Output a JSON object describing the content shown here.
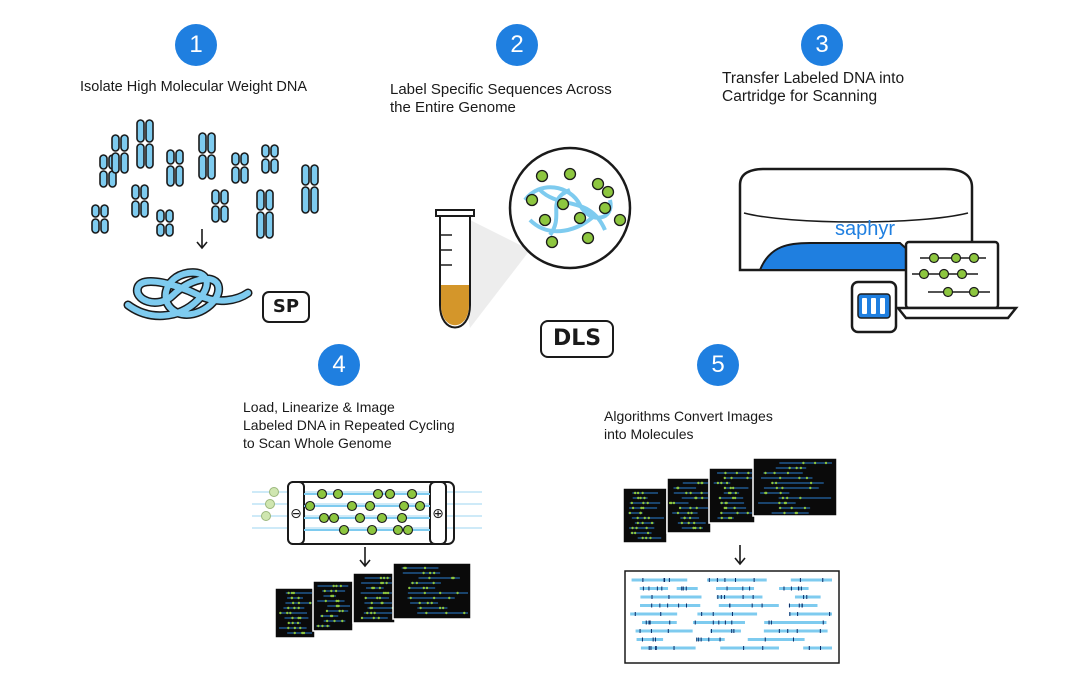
{
  "steps": [
    {
      "number": "1",
      "lines": [
        "Isolate High Molecular Weight DNA"
      ]
    },
    {
      "number": "2",
      "lines": [
        "Label Specific Sequences Across",
        "the Entire Genome"
      ]
    },
    {
      "number": "3",
      "lines": [
        "Transfer Labeled DNA into",
        "Cartridge for Scanning"
      ]
    },
    {
      "number": "4",
      "lines": [
        "Load, Linearize & Image",
        "Labeled DNA in Repeated Cycling",
        "to Scan Whole Genome"
      ]
    },
    {
      "number": "5",
      "lines": [
        "Algorithms Convert Images",
        "into Molecules"
      ]
    }
  ],
  "badges": {
    "sp": "SP",
    "dls": "DLS"
  },
  "device_brand": "saphyr",
  "flowcell_terminals": {
    "negative": "⊖",
    "positive": "⊕"
  },
  "colors": {
    "step_blue": "#1f7fe0",
    "chromosome": "#7ecbef",
    "chromosome_stroke": "#1a1a1a",
    "label_green": "#8dc63f",
    "tube_fill": "#d4962a",
    "device_blue": "#1f7fe0",
    "molecule_blue": "#7ecbef",
    "scan_bg": "#0a0a0a"
  },
  "icons": [
    "down-arrow-icon",
    "chromosome-icon",
    "test-tube-icon",
    "saphyr-instrument-icon",
    "laptop-icon",
    "chip-icon"
  ]
}
